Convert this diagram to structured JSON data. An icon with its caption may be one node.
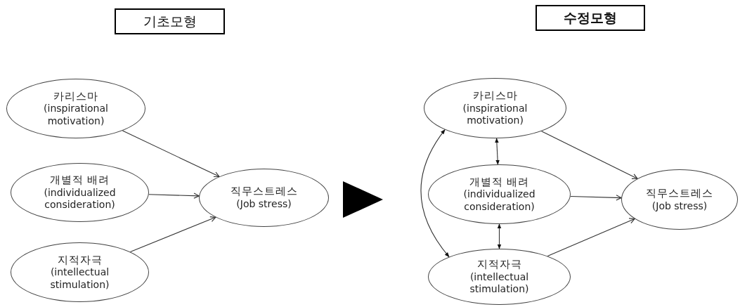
{
  "diagram": {
    "nodes": [
      {
        "text": [
          "기초모형"
        ]
      },
      {
        "text": [
          "카리스마",
          "(inspirational motivation)"
        ]
      },
      {
        "text": [
          "개별적 배려",
          "(individualized consideration)"
        ]
      },
      {
        "text": [
          "지적자극",
          "(intellectual stimulation)"
        ]
      },
      {
        "text": [
          "직무스트레스",
          "(Job stress)"
        ]
      },
      {
        "text": [
          "수정모형"
        ]
      },
      {
        "text": [
          "카리스마",
          "(inspirational motivation)"
        ]
      },
      {
        "text": [
          "개별적 배려",
          "(individualized consideration)"
        ]
      },
      {
        "text": [
          "지적자극",
          "(intellectual stimulation)"
        ]
      },
      {
        "text": [
          "직무스트레스",
          "(Job stress)"
        ]
      }
    ],
    "edges": [
      {
        "from": 1,
        "to": 4,
        "arrow": "to"
      },
      {
        "from": 2,
        "to": 4,
        "arrow": "to"
      },
      {
        "from": 3,
        "to": 4,
        "arrow": "to"
      },
      {
        "from": 6,
        "to": 7,
        "arrow": "both"
      },
      {
        "from": 7,
        "to": 8,
        "arrow": "both"
      },
      {
        "from": 6,
        "to": 8,
        "arrow": "both"
      },
      {
        "from": 6,
        "to": 9,
        "arrow": "to"
      },
      {
        "from": 7,
        "to": 9,
        "arrow": "to"
      },
      {
        "from": 8,
        "to": 9,
        "arrow": "to"
      }
    ]
  }
}
